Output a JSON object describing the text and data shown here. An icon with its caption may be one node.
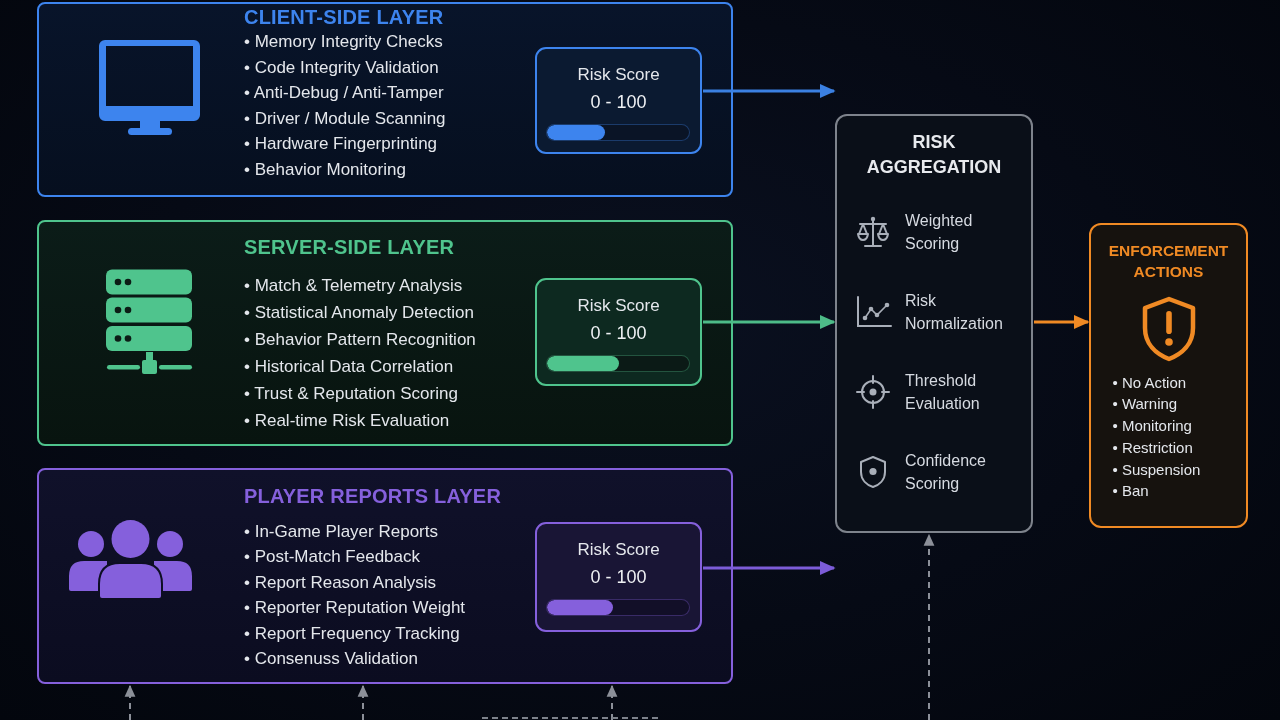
{
  "diagram": {
    "nodes": [
      {
        "text": [
          "CLIENT-SIDE LAYER",
          "• Memory Integrity Checks",
          "• Code Integrity Validation",
          "• Anti-Debug / Anti-Tamper",
          "• Driver / Module Scanning",
          "• Hardware Fingerprinting",
          "• Behavior Monitoring"
        ]
      },
      {
        "text": [
          "Risk Score",
          "0 - 100"
        ],
        "in": 0
      },
      {
        "text": [
          "SERVER-SIDE LAYER",
          "• Match & Telemetry Analysis",
          "• Statistical Anomaly Detection",
          "• Behavior Pattern Recognition",
          "• Historical Data Correlation",
          "• Trust & Reputation Scoring",
          "• Real-time Risk Evaluation"
        ]
      },
      {
        "text": [
          "Risk Score",
          "0 - 100"
        ],
        "in": 2
      },
      {
        "text": [
          "PLAYER REPORTS LAYER",
          "• In-Game Player Reports",
          "• Post-Match Feedback",
          "• Report Reason Analysis",
          "• Reporter Reputation Weight",
          "• Report Frequency Tracking",
          "• Consenuss Validation"
        ]
      },
      {
        "text": [
          "Risk Score",
          "0 - 100"
        ],
        "in": 4
      },
      {
        "text": [
          "RISK AGGREGATION",
          "Weighted Scoring",
          "Risk Normalization",
          "Threshold Evaluation",
          "Confidence Scoring"
        ]
      },
      {
        "text": [
          "ENFORCEMENT ACTIONS",
          "• No Action",
          "• Warning",
          "• Monitoring",
          "• Restriction",
          "• Suspension",
          "• Ban"
        ]
      }
    ],
    "edges": [
      {
        "from": 1,
        "to": 6,
        "arrow": "to",
        "color": "#3b80e2"
      },
      {
        "from": 3,
        "to": 6,
        "arrow": "to",
        "color": "#4dbb88"
      },
      {
        "from": 5,
        "to": 6,
        "arrow": "to",
        "color": "#7c5cd8"
      },
      {
        "from": 6,
        "to": 7,
        "arrow": "to",
        "color": "#f08a24"
      },
      {
        "from": null,
        "to": 4,
        "arrow": "to",
        "style": "dashed",
        "color": "#8c9099"
      },
      {
        "from": null,
        "to": 4,
        "arrow": "to",
        "style": "dashed",
        "color": "#8c9099"
      },
      {
        "from": null,
        "to": 4,
        "arrow": "to",
        "style": "dashed",
        "color": "#8c9099"
      },
      {
        "from": null,
        "to": 6,
        "arrow": "to",
        "style": "dashed",
        "color": "#8c9099"
      }
    ]
  }
}
